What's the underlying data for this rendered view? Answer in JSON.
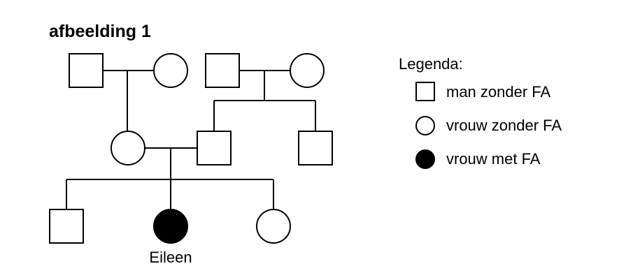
{
  "title": "afbeelding 1",
  "legend": {
    "heading": "Legenda:",
    "items": [
      {
        "symbol": "square",
        "filled": false,
        "label": "man zonder FA"
      },
      {
        "symbol": "circle",
        "filled": false,
        "label": "vrouw zonder FA"
      },
      {
        "symbol": "circle",
        "filled": true,
        "label": "vrouw met FA"
      }
    ]
  },
  "pedigree": {
    "individuals": [
      {
        "id": "g1-left-man",
        "symbol": "square",
        "filled": false,
        "label": ""
      },
      {
        "id": "g1-left-woman",
        "symbol": "circle",
        "filled": false,
        "label": ""
      },
      {
        "id": "g1-right-man",
        "symbol": "square",
        "filled": false,
        "label": ""
      },
      {
        "id": "g1-right-woman",
        "symbol": "circle",
        "filled": false,
        "label": ""
      },
      {
        "id": "g2-mother",
        "symbol": "circle",
        "filled": false,
        "label": ""
      },
      {
        "id": "g2-father",
        "symbol": "square",
        "filled": false,
        "label": ""
      },
      {
        "id": "g2-uncle",
        "symbol": "square",
        "filled": false,
        "label": ""
      },
      {
        "id": "g3-brother",
        "symbol": "square",
        "filled": false,
        "label": ""
      },
      {
        "id": "g3-eileen",
        "symbol": "circle",
        "filled": true,
        "label": "Eileen"
      },
      {
        "id": "g3-sister",
        "symbol": "circle",
        "filled": false,
        "label": ""
      }
    ],
    "colors": {
      "stroke": "#000000",
      "affected_fill": "#000000",
      "unaffected_fill": "#ffffff"
    }
  }
}
